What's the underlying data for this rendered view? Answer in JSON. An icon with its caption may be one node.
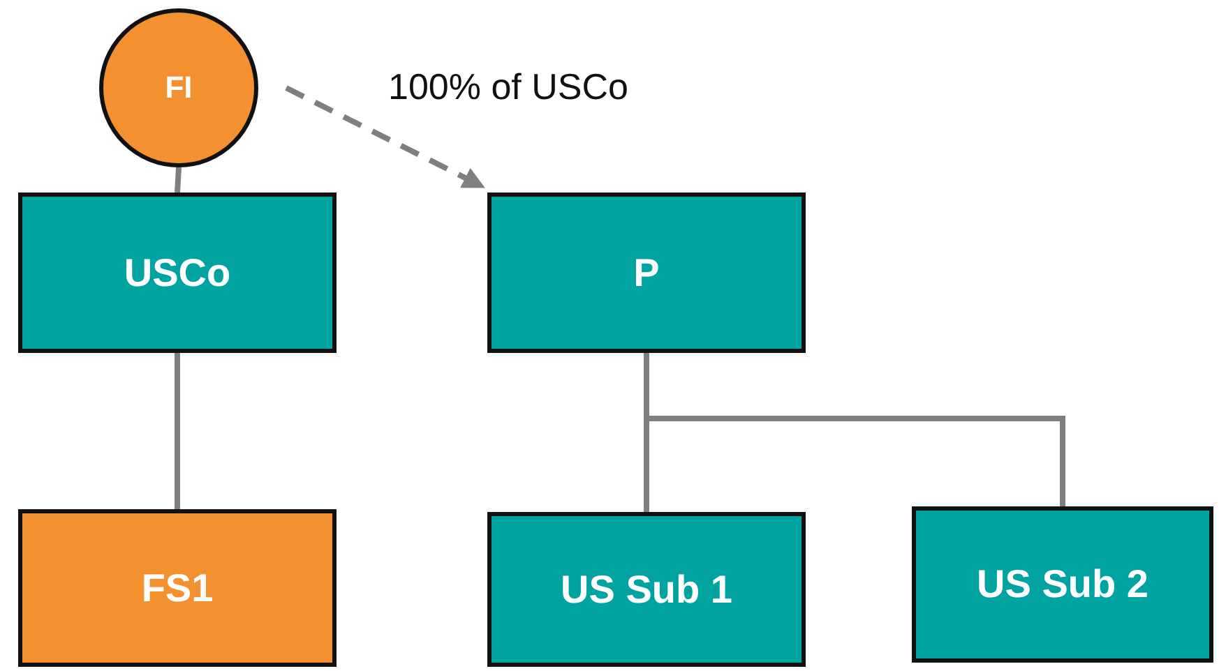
{
  "diagram": {
    "nodes": [
      {
        "text": [
          "FI"
        ]
      },
      {
        "text": [
          "USCo"
        ]
      },
      {
        "text": [
          "P"
        ]
      },
      {
        "text": [
          "FS1"
        ]
      },
      {
        "text": [
          "US Sub 1"
        ]
      },
      {
        "text": [
          "US Sub 2"
        ]
      }
    ],
    "edges": [
      {
        "from": 0,
        "to": 1,
        "arrow": "none"
      },
      {
        "from": 0,
        "to": 2,
        "arrow": "to",
        "label": "100% of USCo",
        "style": "dashed"
      },
      {
        "from": 1,
        "to": 3,
        "arrow": "none"
      },
      {
        "from": 2,
        "to": 4,
        "arrow": "none"
      },
      {
        "from": 2,
        "to": 5,
        "arrow": "none"
      }
    ]
  }
}
